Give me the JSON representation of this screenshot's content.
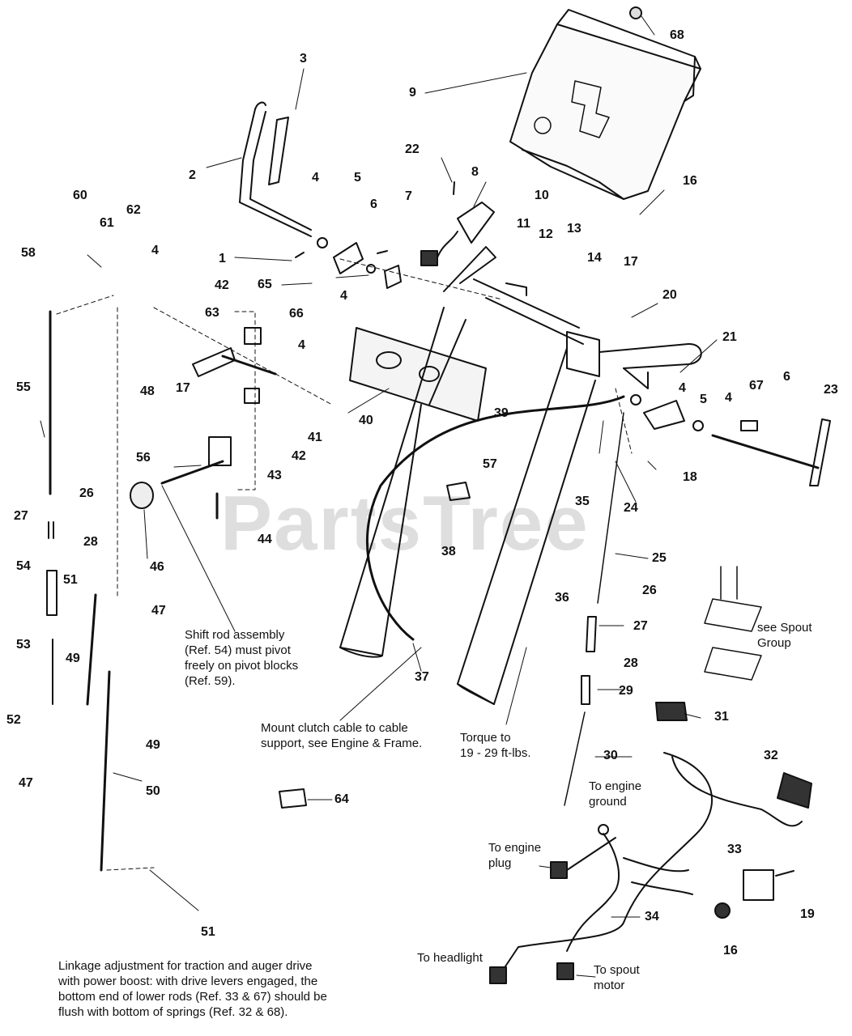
{
  "watermark": "PartsTree",
  "callouts": {
    "c1": "1",
    "c2": "2",
    "c3": "3",
    "c4a": "4",
    "c4b": "4",
    "c4c": "4",
    "c4d": "4",
    "c4e": "4",
    "c4f": "4",
    "c5a": "5",
    "c5b": "5",
    "c6a": "6",
    "c6b": "6",
    "c7": "7",
    "c8": "8",
    "c9": "9",
    "c10": "10",
    "c11": "11",
    "c12": "12",
    "c13": "13",
    "c14": "14",
    "c16a": "16",
    "c16b": "16",
    "c17a": "17",
    "c17b": "17",
    "c18": "18",
    "c19": "19",
    "c20": "20",
    "c21": "21",
    "c22": "22",
    "c23": "23",
    "c24": "24",
    "c25": "25",
    "c26a": "26",
    "c26b": "26",
    "c27a": "27",
    "c27b": "27",
    "c28a": "28",
    "c28b": "28",
    "c29": "29",
    "c30": "30",
    "c31": "31",
    "c32": "32",
    "c33": "33",
    "c34": "34",
    "c35": "35",
    "c36": "36",
    "c37": "37",
    "c38": "38",
    "c39": "39",
    "c40": "40",
    "c41": "41",
    "c42a": "42",
    "c42b": "42",
    "c43": "43",
    "c44": "44",
    "c46": "46",
    "c47a": "47",
    "c47b": "47",
    "c48": "48",
    "c49a": "49",
    "c49b": "49",
    "c50": "50",
    "c51a": "51",
    "c51b": "51",
    "c52": "52",
    "c53": "53",
    "c54": "54",
    "c55": "55",
    "c56": "56",
    "c57": "57",
    "c58": "58",
    "c60": "60",
    "c61": "61",
    "c62": "62",
    "c63": "63",
    "c64": "64",
    "c65": "65",
    "c66": "66",
    "c67": "67",
    "c68": "68"
  },
  "notes": {
    "shift_rod": "Shift rod assembly\n(Ref. 54) must pivot\nfreely on pivot blocks\n(Ref. 59).",
    "clutch_cable": "Mount clutch cable to cable\nsupport, see Engine & Frame.",
    "torque": "Torque to\n19 - 29 ft-lbs.",
    "spout_group": "see Spout\nGroup",
    "engine_ground": "To engine\nground",
    "engine_plug": "To engine\nplug",
    "headlight": "To headlight",
    "spout_motor": "To spout\nmotor",
    "linkage": "Linkage adjustment for traction and auger drive\nwith power boost: with drive levers engaged, the\nbottom end of lower rods (Ref. 33 & 67) should be\nflush with bottom of springs (Ref. 32 & 68)."
  }
}
